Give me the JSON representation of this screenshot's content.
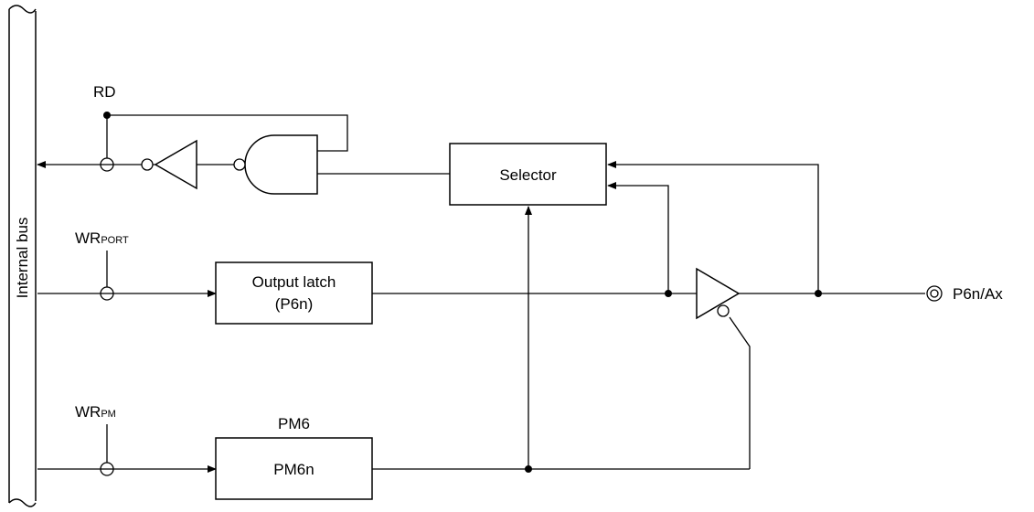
{
  "bus": {
    "label": "Internal bus"
  },
  "signals": {
    "rd": "RD",
    "wr_port": {
      "main": "WR",
      "sub": "PORT"
    },
    "wr_pm": {
      "main": "WR",
      "sub": "PM"
    }
  },
  "blocks": {
    "selector": "Selector",
    "output_latch": {
      "line1": "Output latch",
      "line2": "(P6n)"
    },
    "pm_register": {
      "title": "PM6",
      "body": "PM6n"
    }
  },
  "pin": {
    "label": "P6n/Ax"
  },
  "colors": {
    "line": "#000000",
    "background": "#ffffff"
  }
}
